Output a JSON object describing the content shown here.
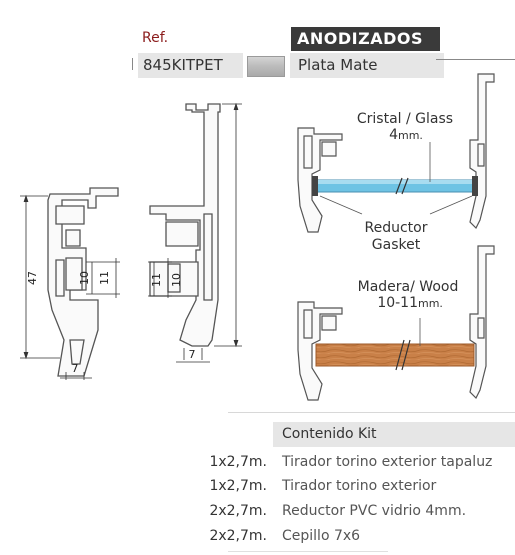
{
  "header": {
    "ref_label": "Ref.",
    "code": "845KITPET",
    "category": "ANODIZADOS",
    "finish": "Plata Mate",
    "swatch_color": "#bdbdbd"
  },
  "profile": {
    "dim_height": "47",
    "dim_inner_a": "10",
    "dim_inner_b": "11",
    "dim_width": "7"
  },
  "panel_glass": {
    "label": "Cristal / Glass",
    "thickness_num": "4",
    "thickness_unit": "mm.",
    "gasket_line1": "Reductor",
    "gasket_line2": "Gasket",
    "glass_color": "#6ec3e4"
  },
  "panel_wood": {
    "label": "Madera/ Wood",
    "thickness_num": "10-11",
    "thickness_unit": "mm.",
    "wood_color": "#c77a3c"
  },
  "kit": {
    "title": "Contenido Kit",
    "items": [
      {
        "qty": "1x2,7m.",
        "desc": "Tirador torino exterior tapaluz"
      },
      {
        "qty": "1x2,7m.",
        "desc": "Tirador torino exterior"
      },
      {
        "qty": "2x2,7m.",
        "desc": "Reductor PVC vidrio 4mm."
      },
      {
        "qty": "2x2,7m.",
        "desc": "Cepillo 7x6"
      }
    ]
  }
}
